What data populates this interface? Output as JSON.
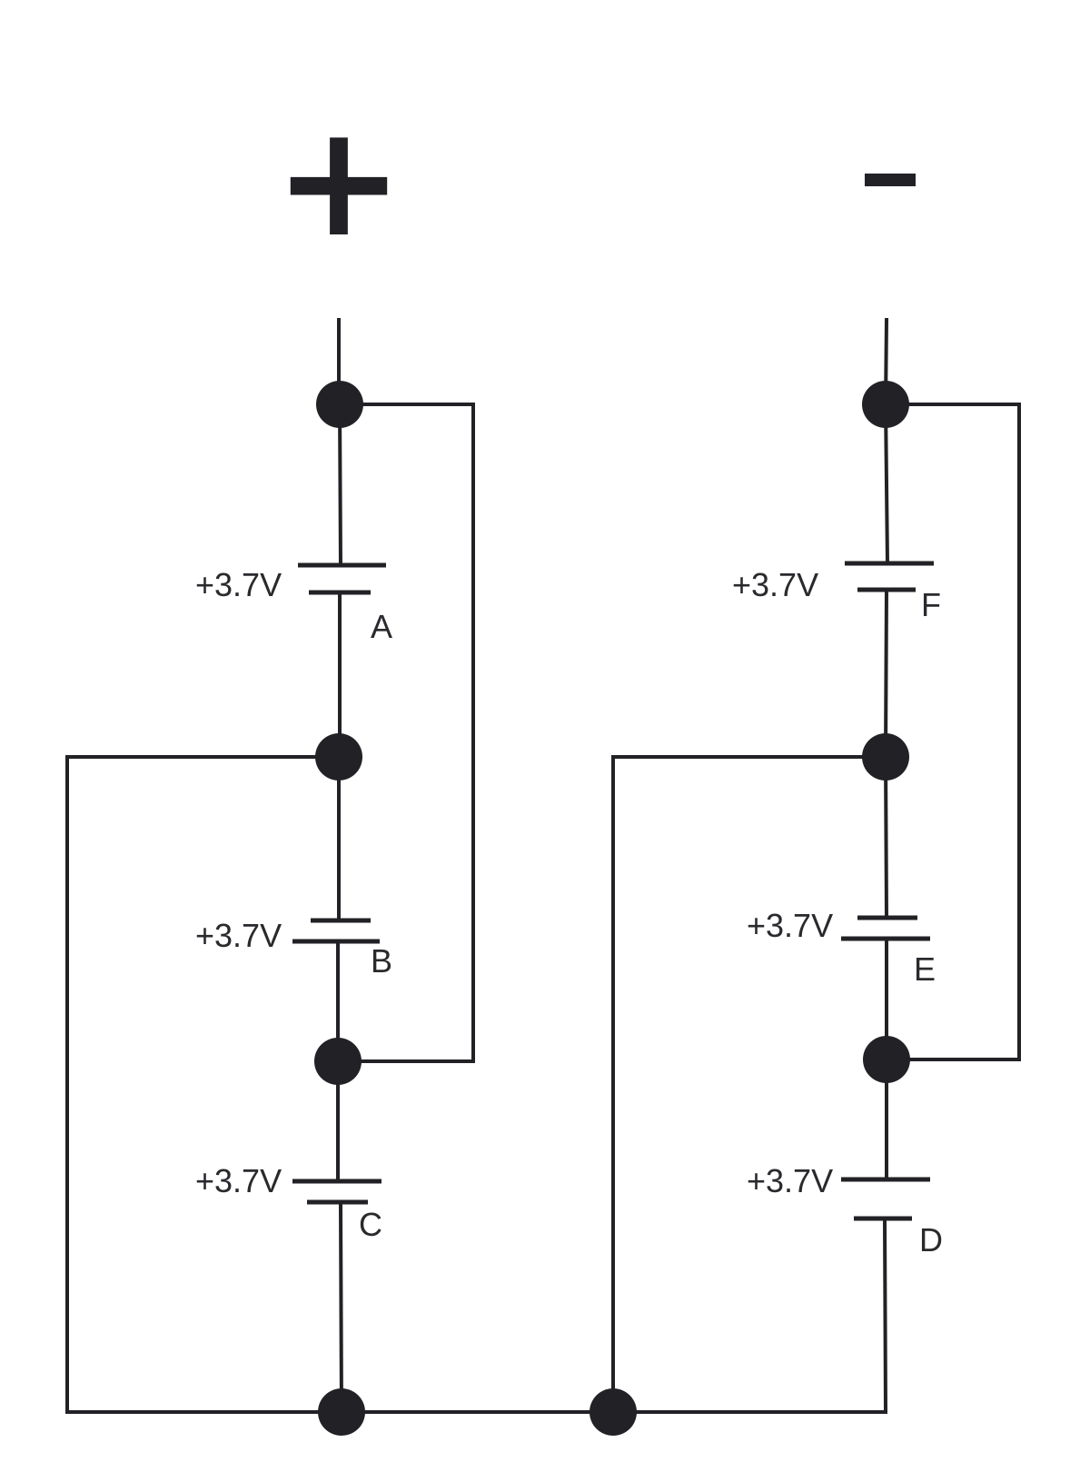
{
  "terminals": {
    "positive": "+",
    "negative": "-"
  },
  "cells": [
    {
      "id": "A",
      "name": "A",
      "voltage": "+3.7V"
    },
    {
      "id": "B",
      "name": "B",
      "voltage": "+3.7V"
    },
    {
      "id": "C",
      "name": "C",
      "voltage": "+3.7V"
    },
    {
      "id": "D",
      "name": "D",
      "voltage": "+3.7V"
    },
    {
      "id": "E",
      "name": "E",
      "voltage": "+3.7V"
    },
    {
      "id": "F",
      "name": "F",
      "voltage": "+3.7V"
    }
  ],
  "colors": {
    "ink": "#222226",
    "background": "#ffffff"
  }
}
